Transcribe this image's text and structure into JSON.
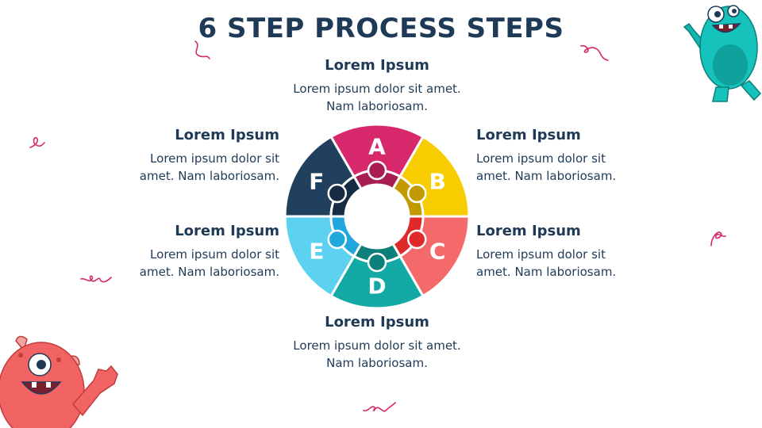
{
  "title": "6 STEP PROCESS STEPS",
  "steps": [
    {
      "letter": "A",
      "heading": "Lorem Ipsum",
      "text": "Lorem ipsum dolor sit amet. Nam laboriosam.",
      "color": "#d6286a",
      "inner": "#a81e53"
    },
    {
      "letter": "B",
      "heading": "Lorem Ipsum",
      "text": "Lorem ipsum dolor sit amet. Nam laboriosam.",
      "color": "#f7cc00",
      "inner": "#c29a00"
    },
    {
      "letter": "C",
      "heading": "Lorem Ipsum",
      "text": "Lorem ipsum dolor sit amet. Nam laboriosam.",
      "color": "#f46a6a",
      "inner": "#e02a2a"
    },
    {
      "letter": "D",
      "heading": "Lorem Ipsum",
      "text": "Lorem ipsum dolor sit amet. Nam laboriosam.",
      "color": "#13a9a5",
      "inner": "#0d7f7b"
    },
    {
      "letter": "E",
      "heading": "Lorem Ipsum",
      "text": "Lorem ipsum dolor sit amet. Nam laboriosam.",
      "color": "#5cd1f0",
      "inner": "#20a8dc"
    },
    {
      "letter": "F",
      "heading": "Lorem Ipsum",
      "text": "Lorem ipsum dolor sit amet. Nam laboriosam.",
      "color": "#21405e",
      "inner": "#152c44"
    }
  ],
  "colors": {
    "text": "#1f3a57",
    "squiggle": "#d6286a"
  }
}
